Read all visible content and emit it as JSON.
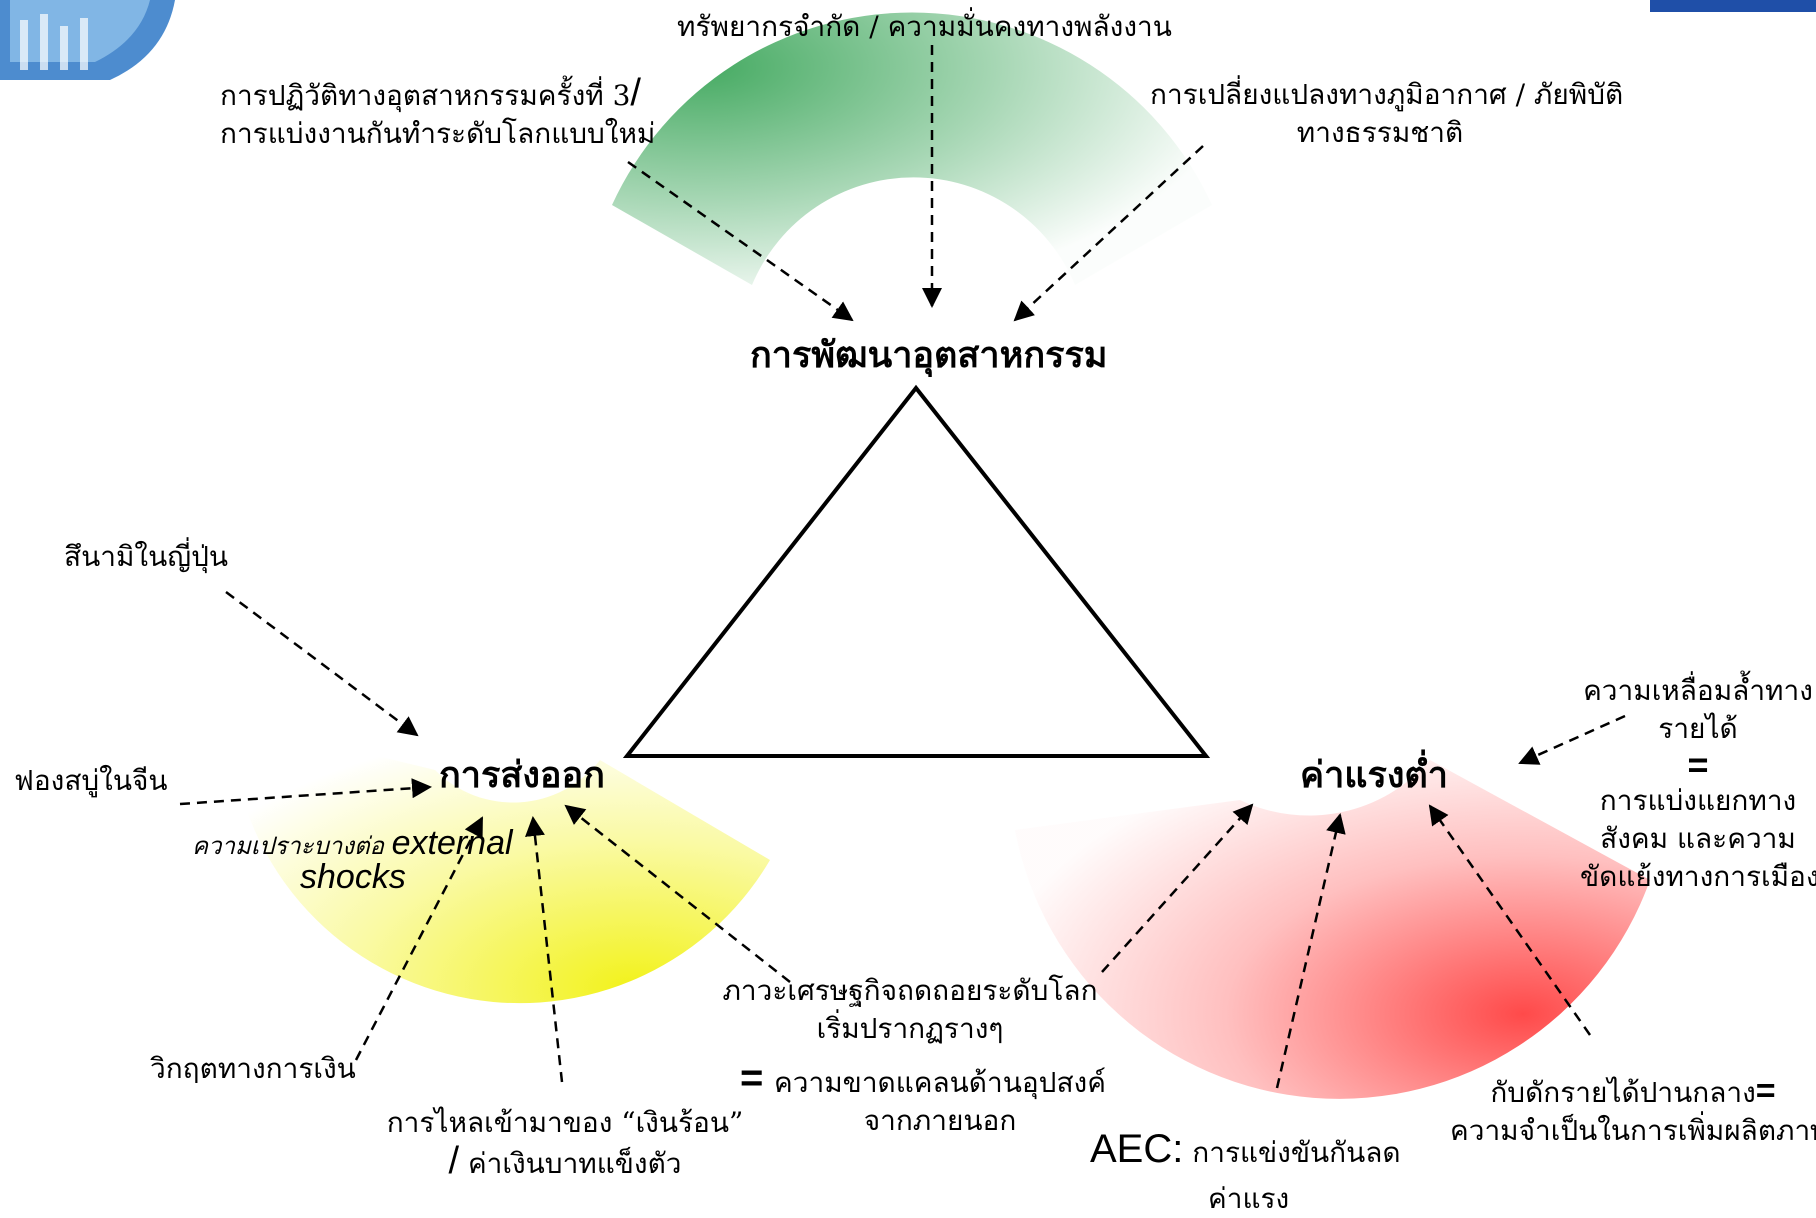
{
  "colors": {
    "industry_arc": "#3ca65a",
    "export_arc": "#f2f21a",
    "wage_arc": "#ff4a4a",
    "arrow": "#000000"
  },
  "hubs": {
    "industry": "การพัฒนาอุตสาหกรรม",
    "export": "การส่งออก",
    "wage": "ค่าแรงต่ำ"
  },
  "labels": {
    "resources": "ทรัพยากรจำกัด / ความมั่นคงทางพลังงาน",
    "revolution_line1": "การปฏิวัติทางอุตสาหกรรมครั้งที่ 3",
    "revolution_slash": "/",
    "revolution_line2": "การแบ่งงานกันทำระดับโลกแบบใหม่",
    "climate_line1": "การเปลี่ยงแปลงทางภูมิอากาศ / ภัยพิบัติ",
    "climate_line2": "ทางธรรมชาติ",
    "tsunami": "สึนามิในญี่ปุ่น",
    "bubble": "ฟองสบู่ในจีน",
    "vulnerability_th": "ความเปราะบางต่อ",
    "vulnerability_en1": "external",
    "vulnerability_en2": "shocks",
    "financial_crisis": "วิกฤตทางการเงิน",
    "hot_money_line1": "การไหลเข้ามาของ “เงินร้อน”",
    "hot_money_slash": "/",
    "hot_money_line2": "ค่าเงินบาทแข็งตัว",
    "recession_line1": "ภาวะเศรษฐกิจถดถอยระดับโลก",
    "recession_line2": "เริ่มปรากฏรางๆ",
    "recession_eq": "=",
    "recession_line3": "ความขาดแคลนด้านอุปสงค์",
    "recession_line4": "จากภายนอก",
    "aec_prefix": "AEC:",
    "aec_line1": "การแข่งขันกันลด",
    "aec_line2": "ค่าแรง",
    "middle_income_line1": "กับดักรายได้ปานกลาง",
    "middle_income_eq": "=",
    "middle_income_line2": "ความจำเป็นในการเพิ่มผลิตภาพ",
    "inequality_line1": "ความเหลื่อมล้ำทาง",
    "inequality_line2": "รายได้",
    "inequality_eq": "=",
    "inequality_line3": "การแบ่งแยกทาง",
    "inequality_line4": "สังคม และความ",
    "inequality_line5": "ขัดแย้งทางการเมือง"
  }
}
